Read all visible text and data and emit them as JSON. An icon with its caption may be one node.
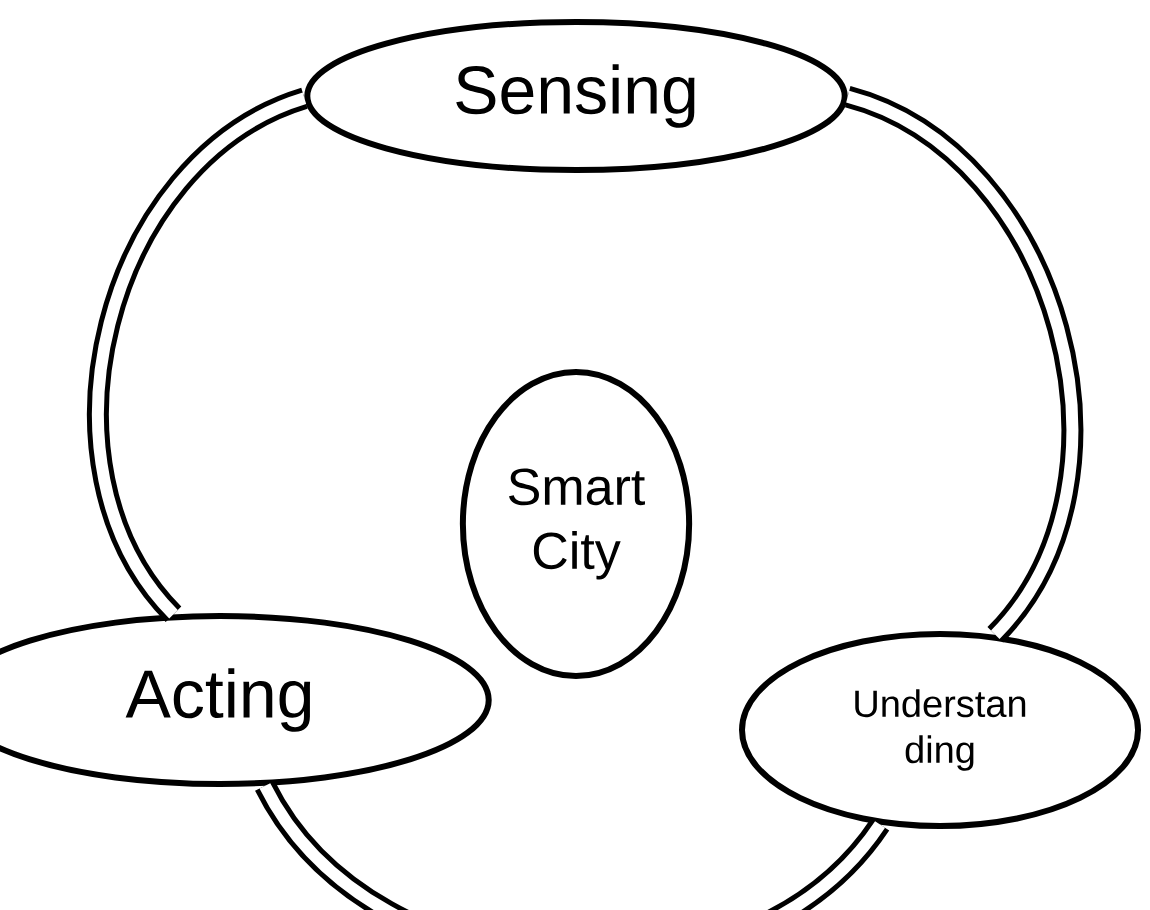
{
  "diagram": {
    "nodes": [
      {
        "text": [
          "Sensing"
        ]
      },
      {
        "text": [
          "Smart City"
        ]
      },
      {
        "text": [
          "Acting"
        ]
      },
      {
        "text": [
          "Understan ding"
        ]
      }
    ],
    "edges": [
      {
        "from": 0,
        "to": 3,
        "arrow": "none"
      },
      {
        "from": 3,
        "to": 2,
        "arrow": "none"
      },
      {
        "from": 2,
        "to": 0,
        "arrow": "none"
      }
    ]
  }
}
